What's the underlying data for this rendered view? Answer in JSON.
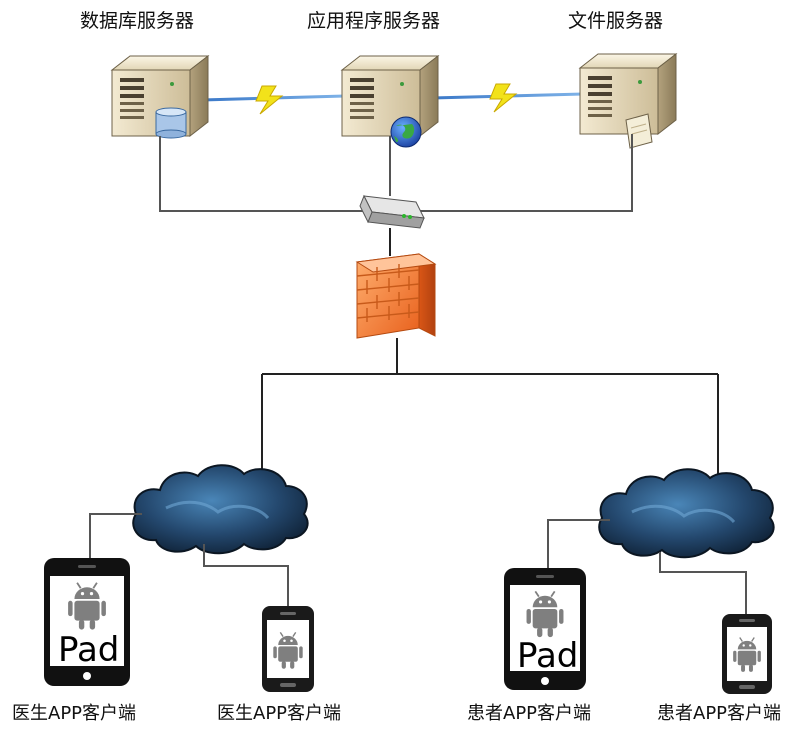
{
  "servers": {
    "database": "数据库服务器",
    "application": "应用程序服务器",
    "file": "文件服务器"
  },
  "clients": {
    "doctor_pad": "医生APP客户端",
    "doctor_phone": "医生APP客户端",
    "patient_pad": "患者APP客户端",
    "patient_phone": "患者APP客户端"
  },
  "device_text": {
    "pad_left": "Pad",
    "pad_right": "Pad"
  },
  "icons": [
    "server-icon",
    "database-icon",
    "globe-icon",
    "document-icon",
    "lightning-icon",
    "router-icon",
    "firewall-icon",
    "cloud-icon",
    "tablet-icon",
    "phone-icon",
    "android-icon"
  ],
  "colors": {
    "link_blue": "#3a78c8",
    "lightning_yellow": "#f2e21a",
    "firewall_orange": "#f07a2a",
    "cloud_dark": "#1c3650"
  }
}
